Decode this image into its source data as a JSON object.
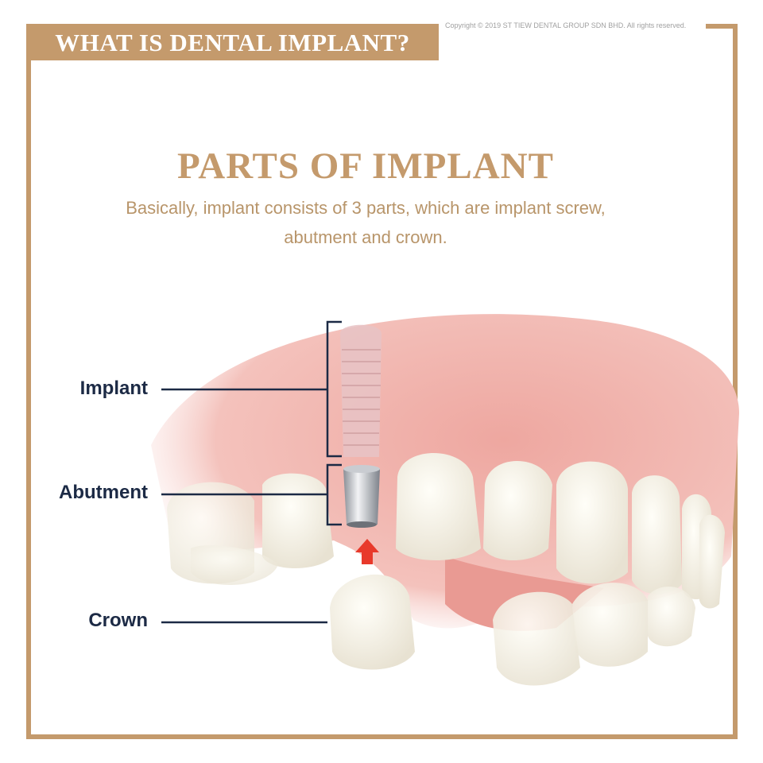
{
  "banner": {
    "title": "WHAT IS DENTAL IMPLANT?"
  },
  "copyright": "Copyright © 2019 ST TIEW DENTAL GROUP SDN BHD. All rights reserved.",
  "section": {
    "heading": "PARTS OF IMPLANT",
    "subtitle_line1": "Basically, implant consists of 3 parts, which are implant screw,",
    "subtitle_line2": "abutment and crown."
  },
  "diagram": {
    "labels": {
      "implant": "Implant",
      "abutment": "Abutment",
      "crown": "Crown"
    }
  },
  "colors": {
    "brand": "#c49a6c",
    "label": "#1c2a45",
    "arrow": "#e8392b",
    "gum": "#f0a9a2"
  }
}
